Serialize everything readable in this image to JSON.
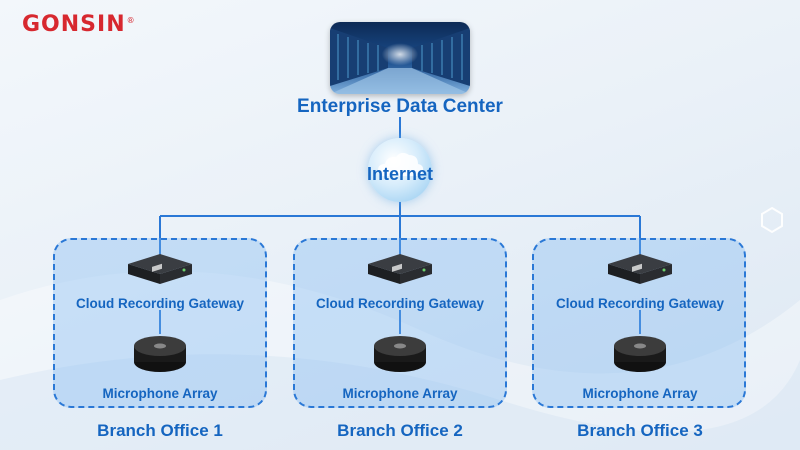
{
  "brand": {
    "logo_text": "GONSIN",
    "registered_mark": "®",
    "color": "#d7282f"
  },
  "center": {
    "label": "Enterprise Data Center"
  },
  "network": {
    "label": "Internet"
  },
  "accent_color": "#1565c0",
  "line_color": "#2a78d6",
  "branches": [
    {
      "gateway_label": "Cloud Recording Gateway",
      "mic_label": "Microphone Array",
      "office_label": "Branch Office 1"
    },
    {
      "gateway_label": "Cloud Recording Gateway",
      "mic_label": "Microphone Array",
      "office_label": "Branch Office 2"
    },
    {
      "gateway_label": "Cloud Recording Gateway",
      "mic_label": "Microphone Array",
      "office_label": "Branch Office 3"
    }
  ]
}
